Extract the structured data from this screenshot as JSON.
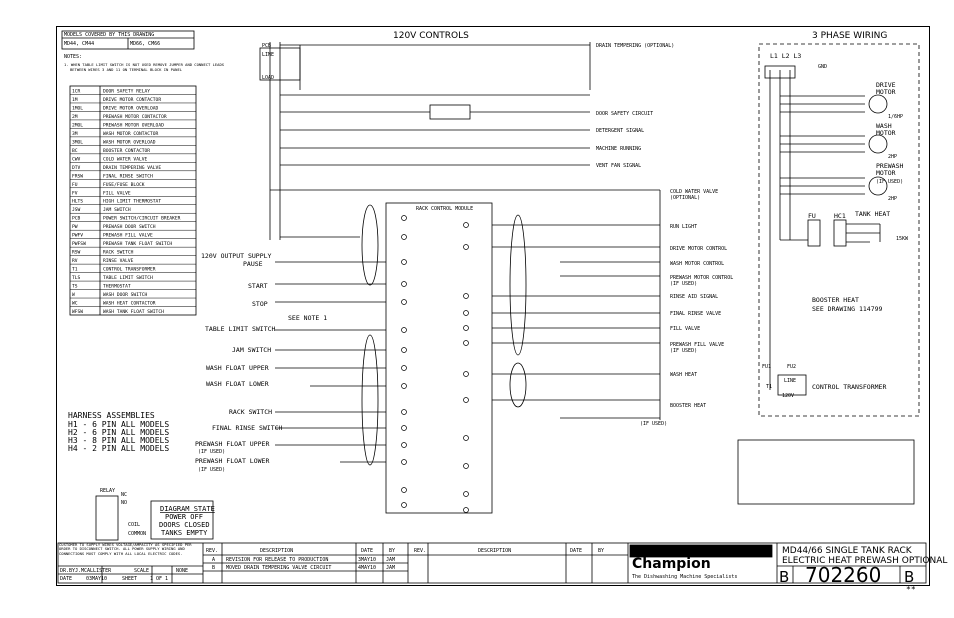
{
  "models_box": {
    "title": "MODELS COVERED BY THIS DRAWING",
    "model_a": "MD44, CM44",
    "model_b": "MD66, CM66"
  },
  "notes": {
    "heading": "NOTES:",
    "note1": "1. WHEN TABLE LIMIT SWITCH IS NOT USED REMOVE JUMPER AND CONNECT LEADS",
    "note1b": "BETWEEN WIRES 3 AND 11 ON TERMINAL BLOCK IN PANEL"
  },
  "legend": [
    [
      "1CR",
      "DOOR SAFETY RELAY"
    ],
    [
      "1M",
      "DRIVE MOTOR CONTACTOR"
    ],
    [
      "1MOL",
      "DRIVE MOTOR OVERLOAD"
    ],
    [
      "2M",
      "PREWASH MOTOR CONTACTOR"
    ],
    [
      "2MOL",
      "PREWASH MOTOR OVERLOAD"
    ],
    [
      "3M",
      "WASH MOTOR CONTACTOR"
    ],
    [
      "3MOL",
      "WASH MOTOR OVERLOAD"
    ],
    [
      "BC",
      "BOOSTER CONTACTOR"
    ],
    [
      "CWV",
      "COLD WATER VALVE"
    ],
    [
      "DTV",
      "DRAIN TEMPERING VALVE"
    ],
    [
      "FRSW",
      "FINAL RINSE SWITCH"
    ],
    [
      "FU",
      "FUSE/FUSE BLOCK"
    ],
    [
      "FV",
      "FILL VALVE"
    ],
    [
      "HLTS",
      "HIGH LIMIT THERMOSTAT"
    ],
    [
      "JSW",
      "JAM SWITCH"
    ],
    [
      "PCB",
      "POWER SWITCH/CIRCUIT BREAKER"
    ],
    [
      "PW",
      "PREWASH DOOR SWITCH"
    ],
    [
      "PWFV",
      "PREWASH FILL VALVE"
    ],
    [
      "PWFSW",
      "PREWASH TANK FLOAT SWITCH"
    ],
    [
      "RSW",
      "RACK SWITCH"
    ],
    [
      "RV",
      "RINSE VALVE"
    ],
    [
      "T1",
      "CONTROL TRANSFORMER"
    ],
    [
      "TLS",
      "TABLE LIMIT SWITCH"
    ],
    [
      "TS",
      "THERMOSTAT"
    ],
    [
      "W",
      "WASH DOOR SWITCH"
    ],
    [
      "WC",
      "WASH HEAT CONTACTOR"
    ],
    [
      "WFSW",
      "WASH TANK FLOAT SWITCH"
    ]
  ],
  "harness": {
    "title": "HARNESS ASSEMBLIES",
    "items": [
      "H1 - 6 PIN ALL MODELS",
      "H2 - 6 PIN ALL MODELS",
      "H3 - 8 PIN ALL MODELS",
      "H4 - 2 PIN ALL MODELS"
    ]
  },
  "relay": {
    "title": "RELAY",
    "nc": "NC",
    "no": "NO",
    "coil": "COIL",
    "common": "COMMON"
  },
  "diagram_state": {
    "title": "DIAGRAM STATE",
    "l1": "POWER OFF",
    "l2": "DOORS CLOSED",
    "l3": "TANKS EMPTY"
  },
  "controls_title": "120V CONTROLS",
  "three_phase_title": "3 PHASE WIRING",
  "pcb": "PCB",
  "line_labels": {
    "l1": "LINE",
    "l2": "LOAD"
  },
  "inputs": {
    "supply": "120V OUTPUT SUPPLY",
    "pause": "PAUSE",
    "start": "START",
    "stop": "STOP",
    "table_limit": "TABLE LIMIT SWITCH",
    "jam": "JAM SWITCH",
    "wash_upper": "WASH FLOAT UPPER",
    "wash_lower": "WASH FLOAT LOWER",
    "rack": "RACK SWITCH",
    "final_rinse": "FINAL RINSE SWITCH",
    "prewash_upper": "PREWASH FLOAT UPPER",
    "prewash_lower": "PREWASH FLOAT LOWER",
    "if_used": "(IF USED)",
    "see_note": "SEE NOTE 1"
  },
  "module_title": "RACK CONTROL MODULE",
  "outputs": {
    "drain": "DRAIN TEMPERING (OPTIONAL)",
    "door_safety": "DOOR SAFETY CIRCUIT",
    "detergent": "DETERGENT SIGNAL",
    "machine_running": "MACHINE RUNNING",
    "vent_fan": "VENT FAN SIGNAL",
    "cold_water": "COLD WATER VALVE",
    "optional": "(OPTIONAL)",
    "run_light": "RUN LIGHT",
    "drive_motor": "DRIVE MOTOR CONTROL",
    "wash_motor": "WASH MOTOR CONTROL",
    "prewash_motor": "PREWASH MOTOR CONTROL",
    "if_used": "(IF USED)",
    "rinse_aid": "RINSE AID SIGNAL",
    "final_rinse": "FINAL RINSE VALVE",
    "fill_valve": "FILL VALVE",
    "prewash_fill": "PREWASH FILL VALVE",
    "wash_heat": "WASH HEAT",
    "booster_heat": "BOOSTER HEAT"
  },
  "three_phase": {
    "l123": "L1 L2 L3",
    "gnd": "GND",
    "drive": "DRIVE",
    "motor": "MOTOR",
    "wash": "WASH",
    "prewash": "PREWASH",
    "if_used": "(IF USED)",
    "tank_heat": "TANK HEAT",
    "fu": "FU",
    "hc1": "HC1",
    "booster": "BOOSTER HEAT",
    "see_drawing": "SEE DRAWING 114799",
    "fu1": "FU1",
    "fu2": "FU2",
    "t1": "T1",
    "v120": "120V",
    "line": "LINE",
    "ct": "CONTROL TRANSFORMER",
    "hp1": "1/6HP",
    "hp2": "2HP",
    "hp3": "2HP",
    "kw": "15KW"
  },
  "title_block": {
    "disclaimer": "CUSTOMER TO SUPPLY WIRES VOLTAGE/AMPACITY AS SPECIFIED PER ORDER TO DISCONNECT SWITCH. ALL POWER SUPPLY WIRING AND CONNECTIONS MUST COMPLY WITH ALL LOCAL ELECTRIC CODES.",
    "dr_by_label": "DR.BY",
    "dr_by": "J.MCALLISTER",
    "scale_label": "SCALE",
    "scale": "NONE",
    "date_label": "DATE",
    "date": "03MAY10",
    "sheet_label": "SHEET",
    "sheet": "1 OF 1",
    "rev_headers": [
      "REV.",
      "DESCRIPTION",
      "DATE",
      "BY"
    ],
    "revisions": [
      [
        "A",
        "REVISION FOR RELEASE TO PRODUCTION",
        "3MAY10",
        "JAM"
      ],
      [
        "B",
        "MOVED DRAIN TEMPERING VALVE CIRCUIT",
        "4MAY10",
        "JAM"
      ]
    ],
    "company": "Champion",
    "tagline": "The Dishwashing Machine Specialists",
    "drawing_title1": "MD44/66 SINGLE TANK RACK",
    "drawing_title2": "ELECTRIC HEAT PREWASH OPTIONAL",
    "size": "B",
    "number": "702260",
    "rev": "B",
    "stars": "**"
  }
}
